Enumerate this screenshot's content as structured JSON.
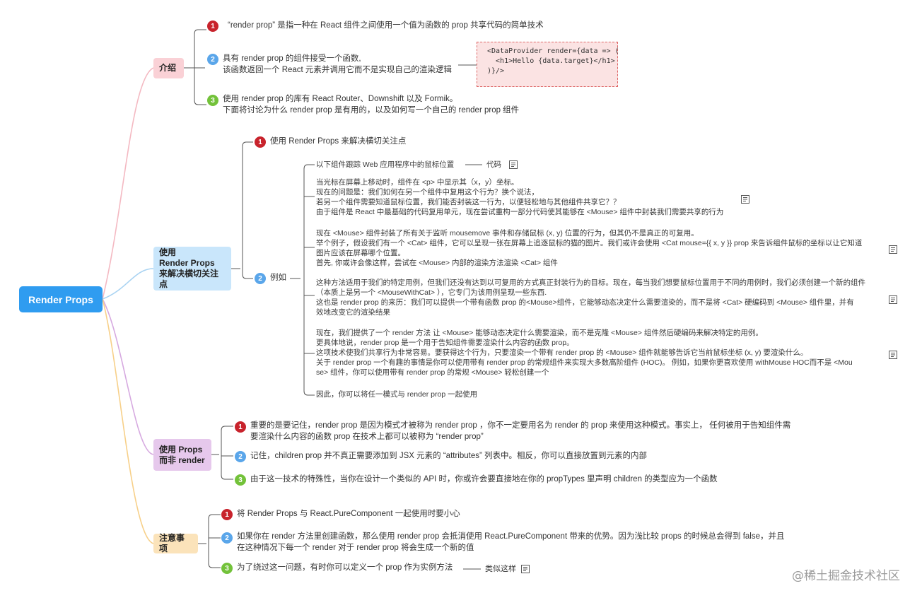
{
  "root": {
    "title": "Render Props"
  },
  "branches": [
    {
      "label": "介绍"
    },
    {
      "label_lines": [
        "使用",
        "Render Props",
        "来解决横切关注点"
      ]
    },
    {
      "label_lines": [
        "使用 Props",
        "而非 render"
      ]
    },
    {
      "label": "注意事项"
    }
  ],
  "intro": {
    "item1": "“render prop” 是指一种在 React 组件之间使用一个值为函数的 prop 共享代码的简单技术",
    "item2_lines": [
      "具有 render prop 的组件接受一个函数,",
      "该函数返回一个 React 元素并调用它而不是实现自己的渲染逻辑"
    ],
    "code_lines": [
      "<DataProvider render={data => (",
      "  <h1>Hello {data.target}</h1>",
      ")}/>"
    ],
    "item3_lines": [
      "使用 render prop 的库有 React Router、Downshift 以及 Formik。",
      "下面将讨论为什么 render prop 是有用的，以及如何写一个自己的 render prop 组件"
    ]
  },
  "cross": {
    "item1": "使用 Render Props 来解决横切关注点",
    "item2": "例如",
    "sub0": "以下组件跟踪 Web 应用程序中的鼠标位置",
    "sub0_tag": "代码",
    "para1": [
      "当光标在屏幕上移动时，组件在 <p> 中显示其（x，y）坐标。",
      "现在的问题是：我们如何在另一个组件中复用这个行为？换个说法，",
      "若另一个组件需要知道鼠标位置，我们能否封装这一行为，以便轻松地与其他组件共享它？？",
      "由于组件是 React 中最基础的代码复用单元，现在尝试重构一部分代码使其能够在 <Mouse> 组件中封装我们需要共享的行为"
    ],
    "para2": [
      "现在 <Mouse> 组件封装了所有关于监听 mousemove 事件和存储鼠标 (x, y) 位置的行为，但其仍不是真正的可复用。",
      "举个例子，假设我们有一个 <Cat> 组件，它可以呈现一张在屏幕上追逐鼠标的猫的图片。我们或许会使用 <Cat mouse={{ x, y }} prop 来告诉组件鼠标的坐标以让它知道",
      "图片应该在屏幕哪个位置。",
      "首先, 你或许会像这样，尝试在 <Mouse> 内部的渲染方法渲染 <Cat> 组件"
    ],
    "para3": [
      "这种方法适用于我们的特定用例，但我们还没有达到以可复用的方式真正封装行为的目标。现在，每当我们想要鼠标位置用于不同的用例时，我们必须创建一个新的组件",
      "（本质上是另一个 <MouseWithCat> ），它专门为该用例呈现一些东西.",
      "这也是 render prop 的来历：我们可以提供一个带有函数 prop 的<Mouse>组件，它能够动态决定什么需要渲染的，而不是将 <Cat> 硬编码到 <Mouse> 组件里，并有",
      "效地改变它的渲染结果"
    ],
    "para4": [
      "现在，我们提供了一个 render 方法 让 <Mouse> 能够动态决定什么需要渲染，而不是克隆 <Mouse> 组件然后硬编码来解决特定的用例。",
      "更具体地说，render prop 是一个用于告知组件需要渲染什么内容的函数 prop。",
      "这项技术使我们共享行为非常容易。要获得这个行为，只要渲染一个带有 render prop 的 <Mouse> 组件就能够告诉它当前鼠标坐标 (x, y) 要渲染什么。",
      "关于 render prop 一个有趣的事情是你可以使用带有 render prop 的常规组件来实现大多数高阶组件 (HOC)。 例如，如果你更喜欢使用 withMouse HOC而不是 <Mou",
      "se> 组件，你可以使用带有 render prop 的常规 <Mouse> 轻松创建一个"
    ],
    "para5": "因此，你可以将任一模式与 render prop 一起使用"
  },
  "props": {
    "item1_lines": [
      "重要的是要记住，render prop 是因为模式才被称为 render prop ，你不一定要用名为 render 的 prop 来使用这种模式。事实上， 任何被用于告知组件需",
      "要渲染什么内容的函数 prop 在技术上都可以被称为 “render prop”"
    ],
    "item2": "记住，children prop 并不真正需要添加到 JSX 元素的 “attributes” 列表中。相反，你可以直接放置到元素的内部",
    "item3": "由于这一技术的特殊性，当你在设计一个类似的 API 时，你或许会要直接地在你的 propTypes 里声明 children 的类型应为一个函数"
  },
  "cautions": {
    "item1": "将 Render Props 与 React.PureComponent 一起使用时要小心",
    "item2_lines": [
      "如果你在 render 方法里创建函数，那么使用 render prop 会抵消使用 React.PureComponent 带来的优势。因为浅比较 props 的时候总会得到 false，并且",
      "在这种情况下每一个 render 对于 render prop 将会生成一个新的值"
    ],
    "item3": "为了绕过这一问题，有时你可以定义一个 prop 作为实例方法",
    "item3_tag": "类似这样"
  },
  "numbers": [
    "1",
    "2",
    "3"
  ],
  "watermark": "@稀土掘金技术社区",
  "icons": {
    "note": "note-icon"
  },
  "colors": {
    "root": "#2f9cf0",
    "intro": "#fad1d6",
    "cross": "#c9e6fb",
    "props": "#e6c8ec",
    "cautions": "#fbe3ba",
    "num1": "#c8232c",
    "num2": "#5aa6ea",
    "num3": "#73c23a"
  }
}
